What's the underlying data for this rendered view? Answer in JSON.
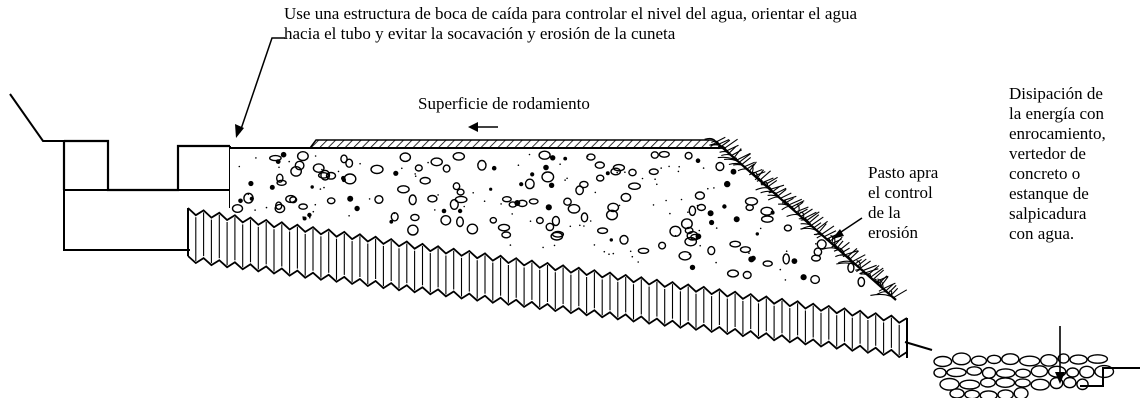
{
  "labels": {
    "top_note": [
      "Use una estructura de boca de caída para controlar el nivel del agua, orientar el agua",
      "hacia el tubo y evitar la socavación y erosión de la cuneta"
    ],
    "road_surface": "Superficie de rodamiento",
    "grass": [
      "Pasto apra",
      "el control",
      "de la",
      "erosión"
    ],
    "dissipation": [
      "Disipación de",
      "la energía con",
      "enrocamiento,",
      "vertedor de",
      "concreto o",
      "estanque de",
      "salpicadura",
      "con agua."
    ]
  },
  "colors": {
    "ink": "#000000",
    "paper": "#ffffff"
  }
}
